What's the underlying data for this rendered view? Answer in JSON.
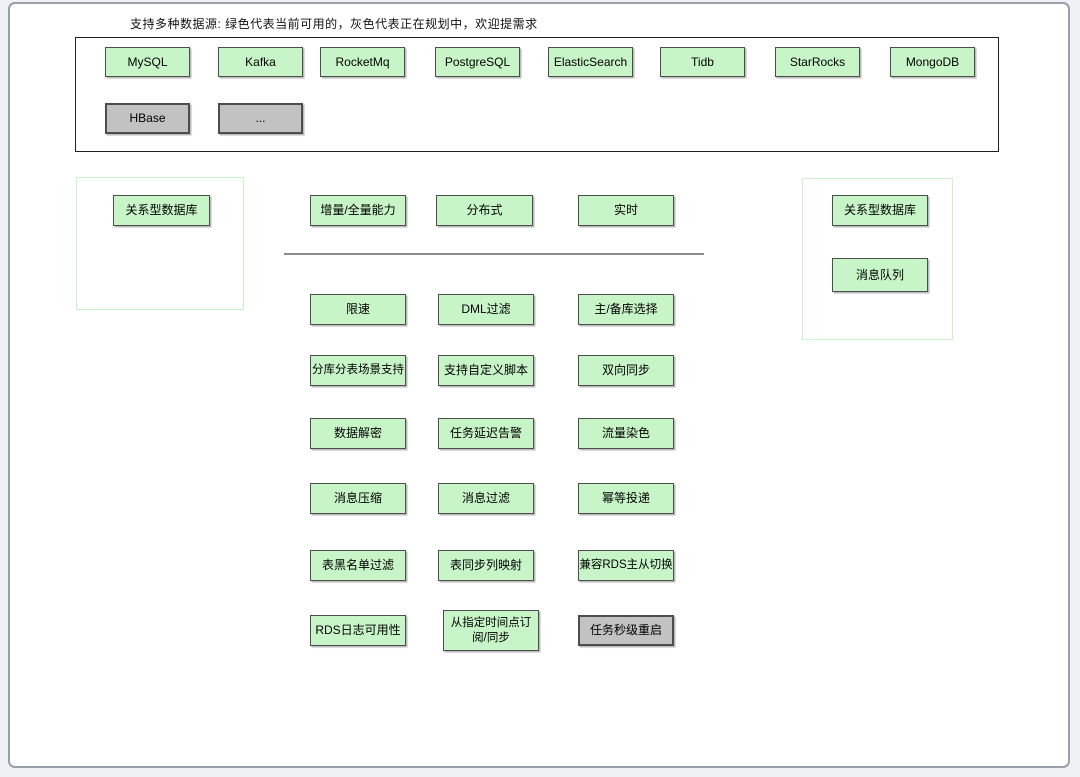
{
  "header": {
    "title": "支持多种数据源: 绿色代表当前可用的，灰色代表正在规划中，欢迎提需求"
  },
  "colors": {
    "available": "#c8f5c8",
    "planning": "#c2c2c2",
    "box_border": "#4d4d4d",
    "group_border": "#c9f3c9"
  },
  "datasources": {
    "available": [
      "MySQL",
      "Kafka",
      "RocketMq",
      "PostgreSQL",
      "ElasticSearch",
      "Tidb",
      "StarRocks",
      "MongoDB"
    ],
    "planning": [
      "HBase",
      "..."
    ]
  },
  "groups": {
    "left": {
      "items": [
        "关系型数据库"
      ]
    },
    "right": {
      "items": [
        "关系型数据库",
        "消息队列"
      ]
    }
  },
  "capabilities": [
    "增量/全量能力",
    "分布式",
    "实时"
  ],
  "feature_rows": [
    [
      "限速",
      "DML过滤",
      "主/备库选择"
    ],
    [
      "分库分表场景支持",
      "支持自定义脚本",
      "双向同步"
    ],
    [
      "数据解密",
      "任务延迟告警",
      "流量染色"
    ],
    [
      "消息压缩",
      "消息过滤",
      "幂等投递"
    ],
    [
      "表黑名单过滤",
      "表同步列映射",
      "兼容RDS主从切换"
    ],
    [
      "RDS日志可用性",
      "从指定时间点订阅/同步",
      "任务秒级重启"
    ]
  ]
}
